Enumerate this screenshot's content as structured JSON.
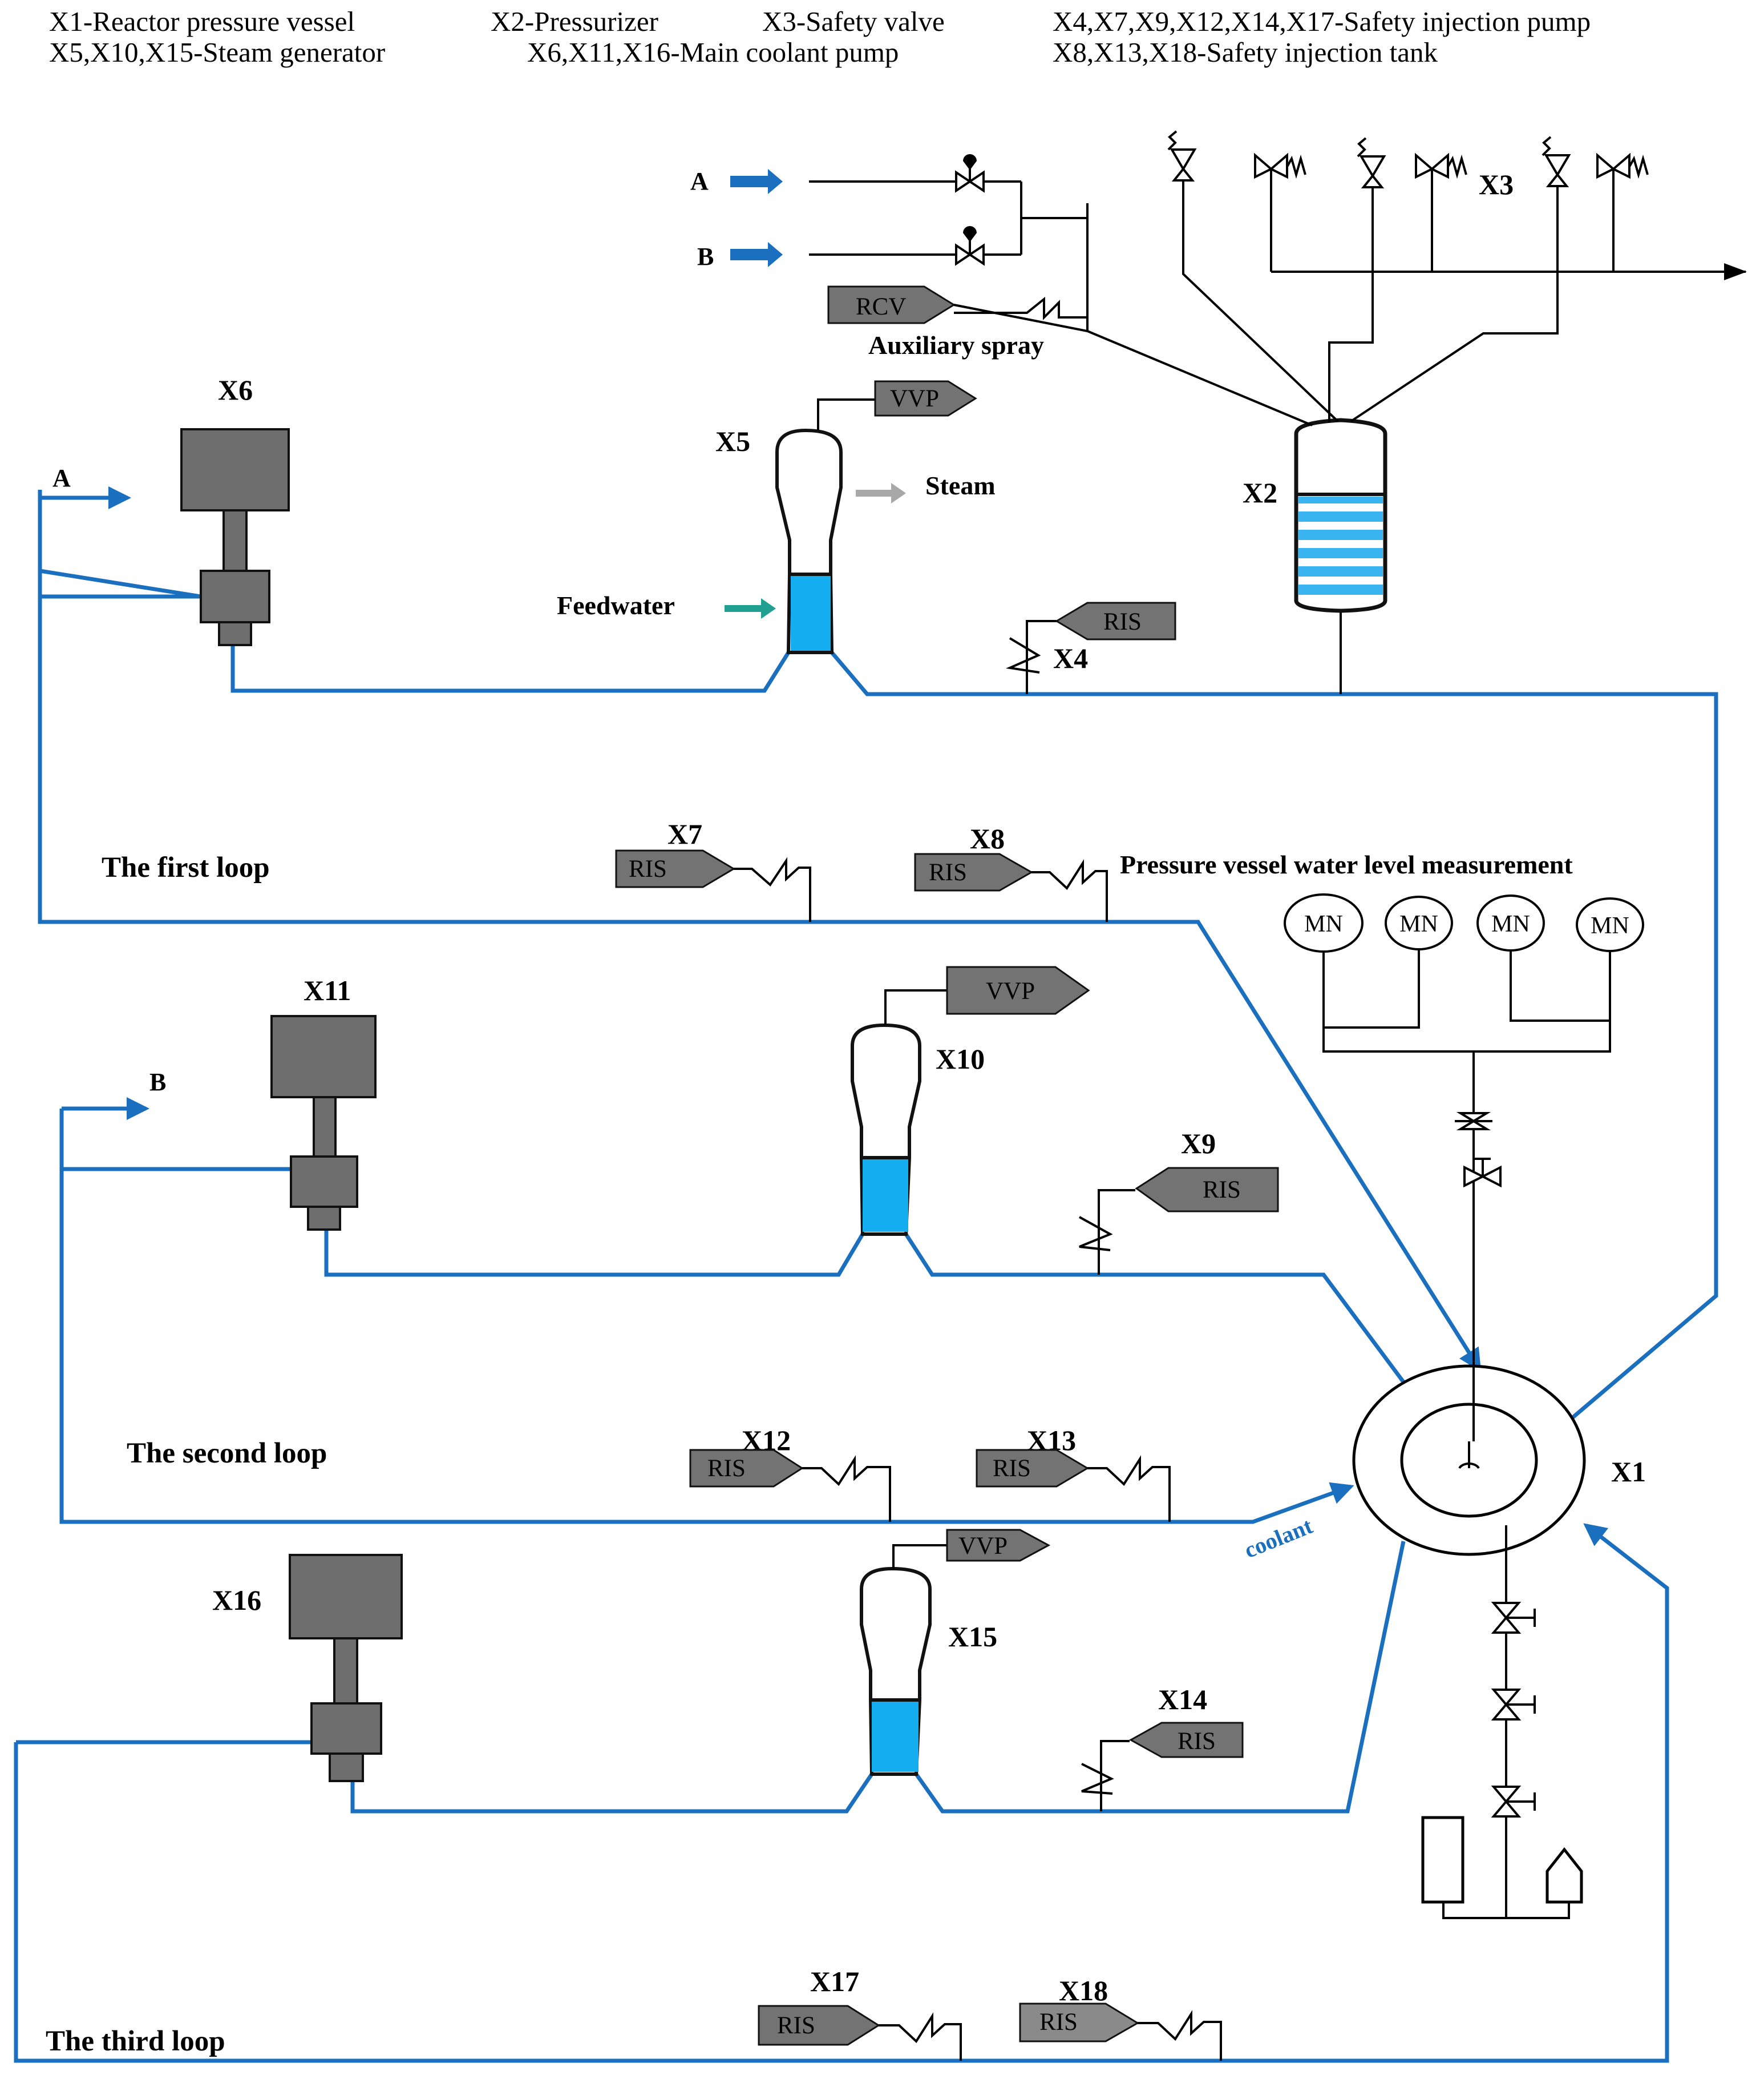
{
  "legend": {
    "x1": "X1-Reactor pressure vessel",
    "x2": "X2-Pressurizer",
    "x3": "X3-Safety valve",
    "x4": "X4,X7,X9,X12,X14,X17-Safety injection pump",
    "x5": "X5,X10,X15-Steam generator",
    "x6": "X6,X11,X16-Main coolant pump",
    "x8": "X8,X13,X18-Safety injection tank"
  },
  "labels": {
    "x1": "X1",
    "x2": "X2",
    "x3": "X3",
    "x4": "X4",
    "x5": "X5",
    "x6": "X6",
    "x7": "X7",
    "x8": "X8",
    "x9": "X9",
    "x10": "X10",
    "x11": "X11",
    "x12": "X12",
    "x13": "X13",
    "x14": "X14",
    "x15": "X15",
    "x16": "X16",
    "x17": "X17",
    "x18": "X18"
  },
  "loops": {
    "first": "The first loop",
    "second": "The second loop",
    "third": "The third loop"
  },
  "tags": {
    "rcv": "RCV",
    "vvp": "VVP",
    "ris": "RIS",
    "mn": "MN"
  },
  "annotations": {
    "auxiliary_spray": "Auxiliary spray",
    "steam": "Steam",
    "feedwater": "Feedwater",
    "water_level": "Pressure vessel water level measurement",
    "coolant": "coolant",
    "a": "A",
    "b": "B"
  },
  "colors": {
    "coolant_line": "#1a6fbf",
    "water": "#14aef0",
    "device": "#6e6e6e"
  }
}
